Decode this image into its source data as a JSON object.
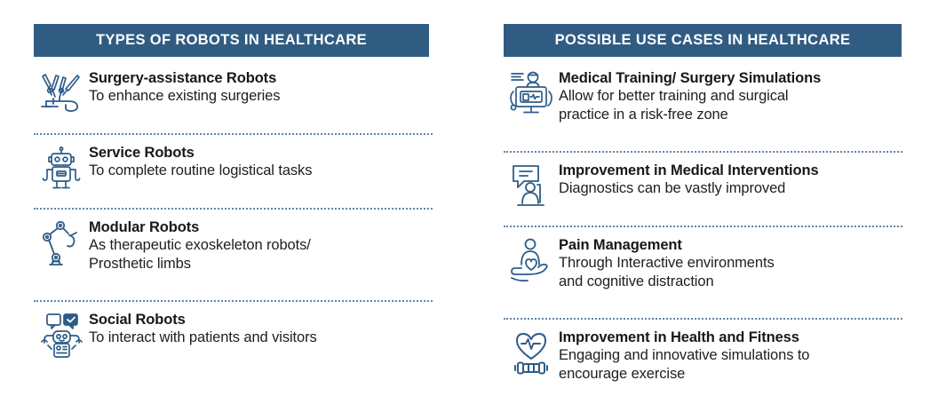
{
  "theme": {
    "header_bg": "#315C82",
    "header_text": "#FFFFFF",
    "icon_color": "#2E5C88",
    "divider_color": "#4A6E95",
    "body_text": "#1C1E20",
    "page_bg": "#FFFFFF"
  },
  "columns": [
    {
      "id": "types-of-robots",
      "header": "TYPES OF ROBOTS IN HEALTHCARE",
      "items": [
        {
          "icon": "surgical-robot-arms-icon",
          "title": "Surgery-assistance Robots",
          "desc": "To enhance existing surgeries"
        },
        {
          "icon": "humanoid-robot-icon",
          "title": "Service Robots",
          "desc": "To complete routine logistical tasks"
        },
        {
          "icon": "robotic-arm-icon",
          "title": "Modular Robots",
          "desc": "As therapeutic exoskeleton robots/\nProsthetic limbs"
        },
        {
          "icon": "social-robot-ai-icon",
          "title": "Social Robots",
          "desc": "To interact with patients and visitors"
        }
      ]
    },
    {
      "id": "possible-use-cases",
      "header": "POSSIBLE USE CASES IN HEALTHCARE",
      "items": [
        {
          "icon": "doctor-at-monitor-icon",
          "title": "Medical Training/ Surgery Simulations",
          "desc": "Allow for better training and surgical\npractice in a risk-free zone"
        },
        {
          "icon": "speech-bubble-person-icon",
          "title": "Improvement in Medical Interventions",
          "desc": "Diagnostics can be vastly improved"
        },
        {
          "icon": "hand-heart-care-icon",
          "title": "Pain Management",
          "desc": "Through Interactive environments\nand cognitive distraction"
        },
        {
          "icon": "heart-pulse-dumbbell-icon",
          "title": "Improvement in Health and Fitness",
          "desc": "Engaging and innovative simulations to\nencourage exercise"
        }
      ]
    }
  ]
}
